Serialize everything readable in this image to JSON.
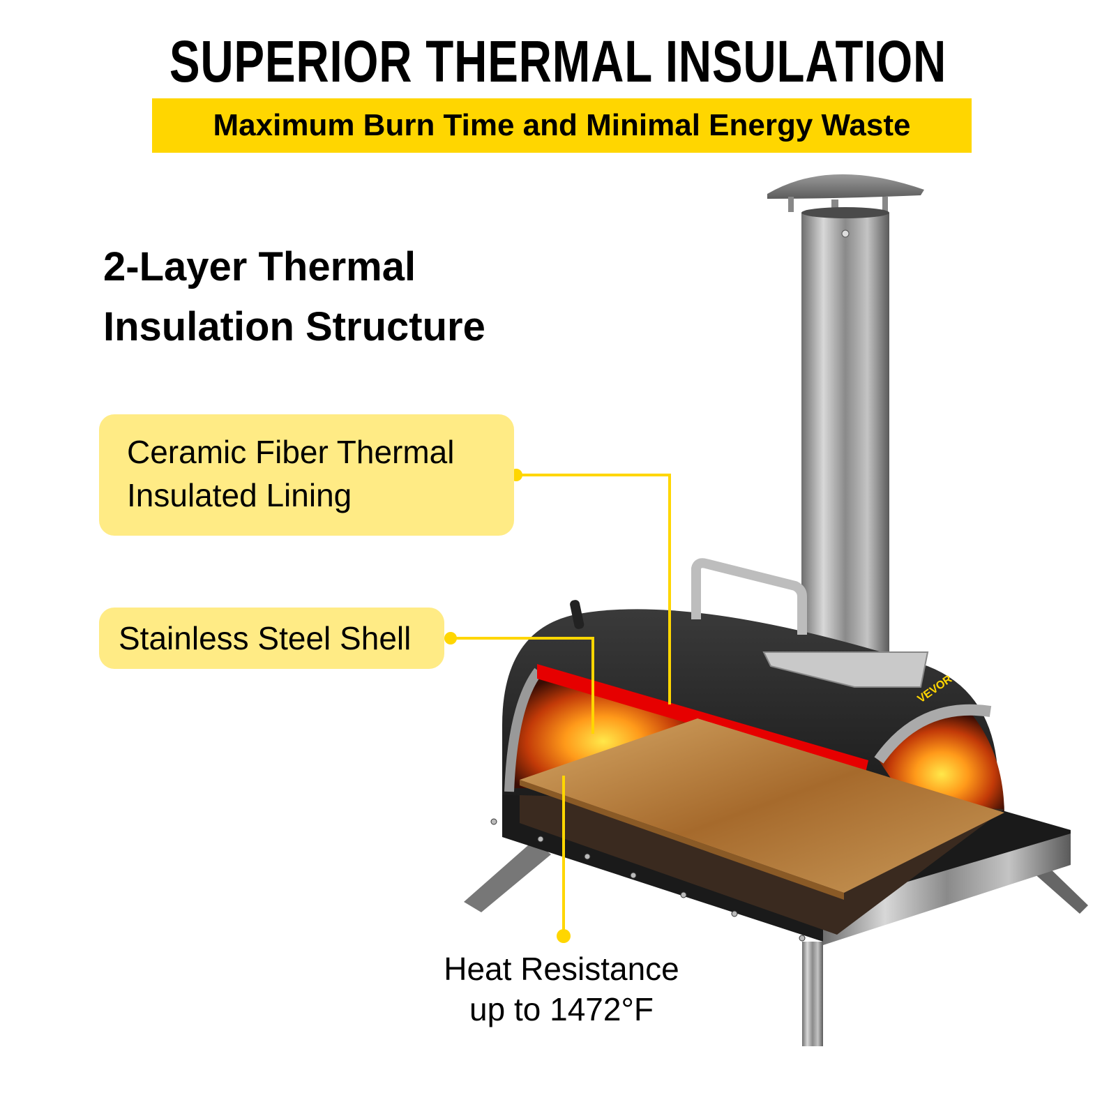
{
  "header": {
    "title": "SUPERIOR THERMAL INSULATION",
    "banner": "Maximum Burn Time and Minimal Energy Waste"
  },
  "subhead": {
    "line1": "2-Layer Thermal",
    "line2": "Insulation Structure"
  },
  "callouts": [
    {
      "line1": "Ceramic Fiber Thermal",
      "line2": "Insulated Lining"
    },
    {
      "line1": "Stainless Steel Shell"
    }
  ],
  "heat_note": {
    "line1": "Heat Resistance",
    "line2": "up to 1472°F"
  },
  "product": {
    "brand": "VEVOR",
    "type": "portable wood-fired pizza oven (cutaway)"
  },
  "colors": {
    "accent_yellow": "#ffd600",
    "callout_bg": "#ffeb85",
    "lining_red": "#e60000",
    "stone": "#c9944e"
  }
}
